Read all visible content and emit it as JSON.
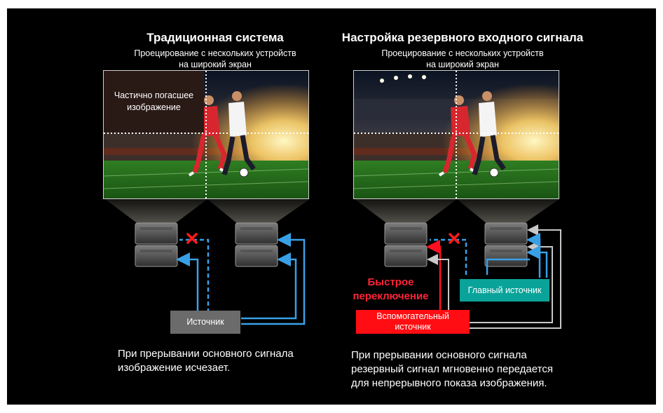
{
  "left_panel": {
    "title": "Традиционная система",
    "subtitle_line1": "Проецирование с нескольких устройств",
    "subtitle_line2": "на широкий экран",
    "overlay_line1": "Частично погасшее",
    "overlay_line2": "изображение",
    "source_label": "Источник",
    "caption_line1": "При прерывании основного сигнала",
    "caption_line2": "изображение исчезает."
  },
  "right_panel": {
    "title": "Настройка резервного входного сигнала",
    "subtitle_line1": "Проецирование с нескольких устройств",
    "subtitle_line2": "на широкий экран",
    "switch_line1": "Быстрое",
    "switch_line2": "переключение",
    "main_source_label": "Главный источник",
    "backup_line1": "Вспомогательный",
    "backup_line2": "источник",
    "caption_line1": "При прерывании основного сигнала",
    "caption_line2": "резервный сигнал мгновенно передается",
    "caption_line3": "для непрерывного показа изображения."
  },
  "colors": {
    "background": "#000000",
    "signal_blue": "#3aa0e6",
    "signal_red": "#ff1020",
    "signal_grey": "#c8c8c8",
    "source_grey": "#6b6b6b",
    "main_source_teal": "#0aa39a",
    "backup_source_red": "#ff0d12"
  },
  "icons": [
    "cross-icon",
    "projector-icon"
  ]
}
